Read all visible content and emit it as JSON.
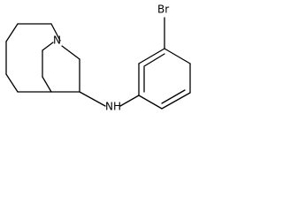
{
  "structure": {
    "atoms": {
      "n_ring": "N",
      "n_amine": "NH",
      "bromine": "Br"
    }
  },
  "colors": {
    "bond": "#000000",
    "label": "#000000",
    "background": "#ffffff"
  }
}
